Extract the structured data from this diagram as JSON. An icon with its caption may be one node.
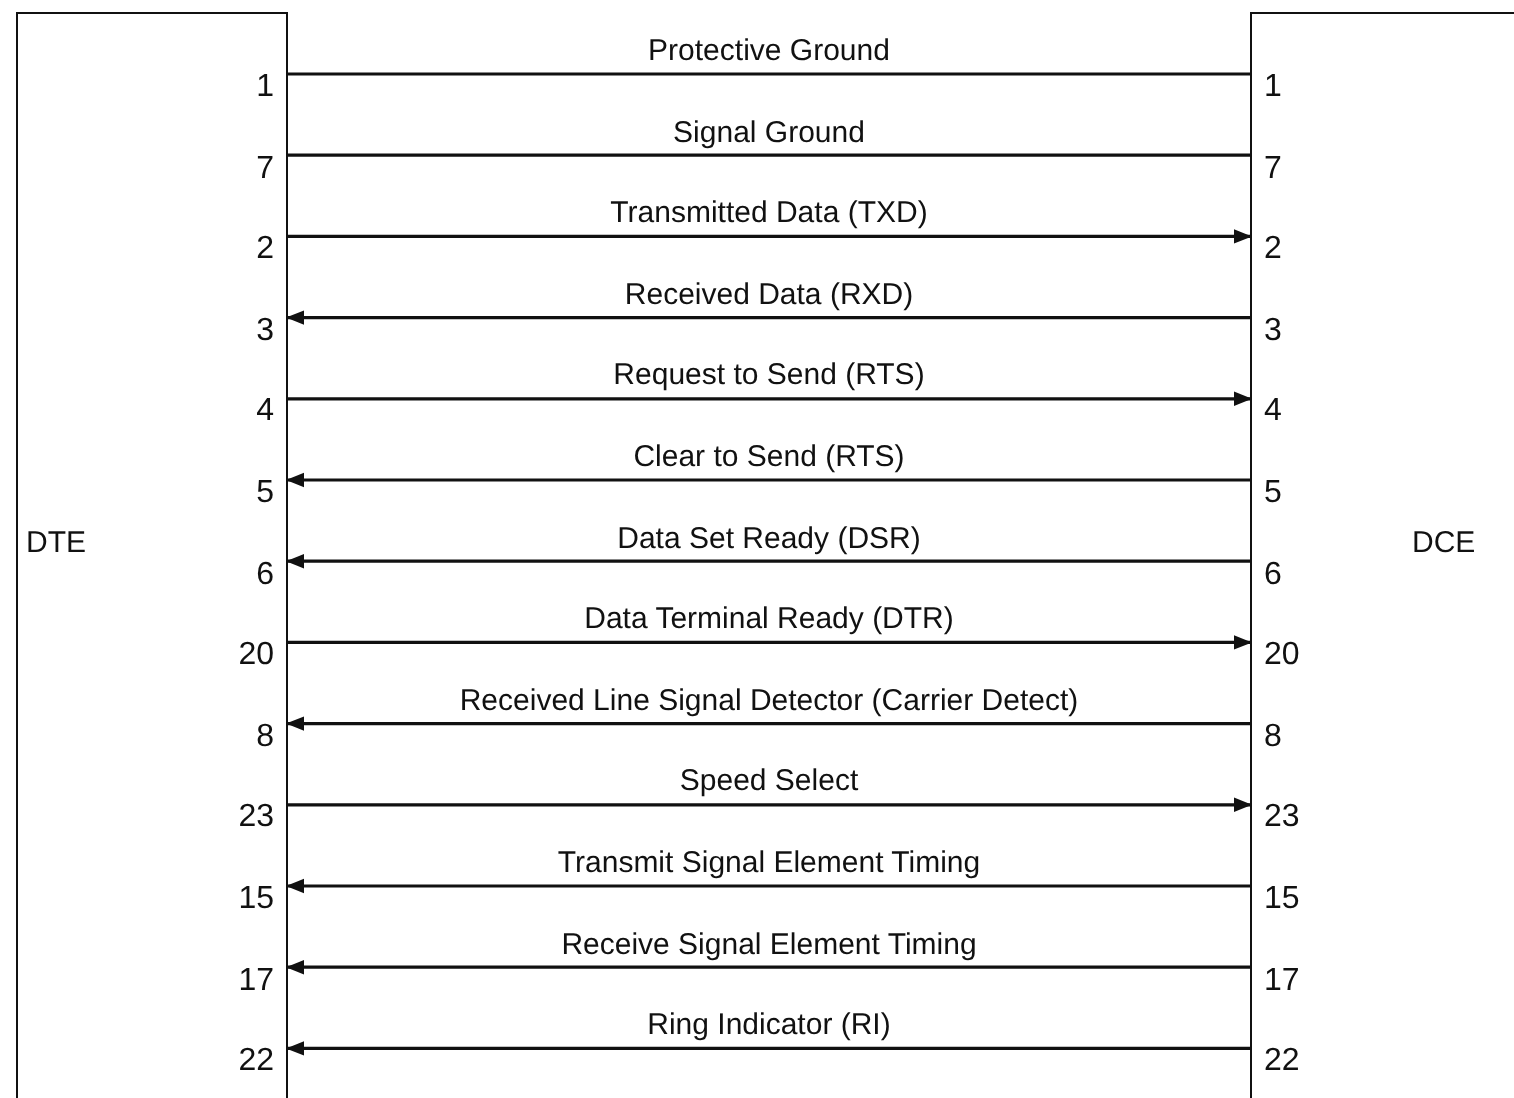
{
  "diagram": {
    "nodes": [
      {
        "text": [
          "DTE"
        ]
      },
      {
        "text": [
          "1"
        ],
        "in": 0
      },
      {
        "text": [
          "7"
        ],
        "in": 0
      },
      {
        "text": [
          "2"
        ],
        "in": 0
      },
      {
        "text": [
          "3"
        ],
        "in": 0
      },
      {
        "text": [
          "4"
        ],
        "in": 0
      },
      {
        "text": [
          "5"
        ],
        "in": 0
      },
      {
        "text": [
          "6"
        ],
        "in": 0
      },
      {
        "text": [
          "20"
        ],
        "in": 0
      },
      {
        "text": [
          "8"
        ],
        "in": 0
      },
      {
        "text": [
          "23"
        ],
        "in": 0
      },
      {
        "text": [
          "15"
        ],
        "in": 0
      },
      {
        "text": [
          "17"
        ],
        "in": 0
      },
      {
        "text": [
          "22"
        ],
        "in": 0
      },
      {
        "text": [
          "DCE"
        ]
      },
      {
        "text": [
          "1"
        ],
        "in": 14
      },
      {
        "text": [
          "7"
        ],
        "in": 14
      },
      {
        "text": [
          "2"
        ],
        "in": 14
      },
      {
        "text": [
          "3"
        ],
        "in": 14
      },
      {
        "text": [
          "4"
        ],
        "in": 14
      },
      {
        "text": [
          "5"
        ],
        "in": 14
      },
      {
        "text": [
          "6"
        ],
        "in": 14
      },
      {
        "text": [
          "20"
        ],
        "in": 14
      },
      {
        "text": [
          "8"
        ],
        "in": 14
      },
      {
        "text": [
          "23"
        ],
        "in": 14
      },
      {
        "text": [
          "15"
        ],
        "in": 14
      },
      {
        "text": [
          "17"
        ],
        "in": 14
      },
      {
        "text": [
          "22"
        ],
        "in": 14
      }
    ],
    "edges": [
      {
        "from": 1,
        "to": 15,
        "arrow": "none",
        "label": "Protective Ground"
      },
      {
        "from": 2,
        "to": 16,
        "arrow": "none",
        "label": "Signal Ground"
      },
      {
        "from": 3,
        "to": 17,
        "arrow": "to",
        "label": "Transmitted Data (TXD)"
      },
      {
        "from": 18,
        "to": 4,
        "arrow": "to",
        "label": "Received Data (RXD)"
      },
      {
        "from": 5,
        "to": 19,
        "arrow": "to",
        "label": "Request to Send (RTS)"
      },
      {
        "from": 20,
        "to": 6,
        "arrow": "to",
        "label": "Clear to Send (RTS)"
      },
      {
        "from": 21,
        "to": 7,
        "arrow": "to",
        "label": "Data Set Ready (DSR)"
      },
      {
        "from": 8,
        "to": 22,
        "arrow": "to",
        "label": "Data Terminal Ready (DTR)"
      },
      {
        "from": 23,
        "to": 9,
        "arrow": "to",
        "label": "Received Line Signal Detector (Carrier Detect)"
      },
      {
        "from": 10,
        "to": 24,
        "arrow": "to",
        "label": "Speed Select"
      },
      {
        "from": 25,
        "to": 11,
        "arrow": "to",
        "label": "Transmit Signal Element Timing"
      },
      {
        "from": 26,
        "to": 12,
        "arrow": "to",
        "label": "Receive Signal Element Timing"
      },
      {
        "from": 27,
        "to": 13,
        "arrow": "to",
        "label": "Ring Indicator (RI)"
      }
    ]
  }
}
